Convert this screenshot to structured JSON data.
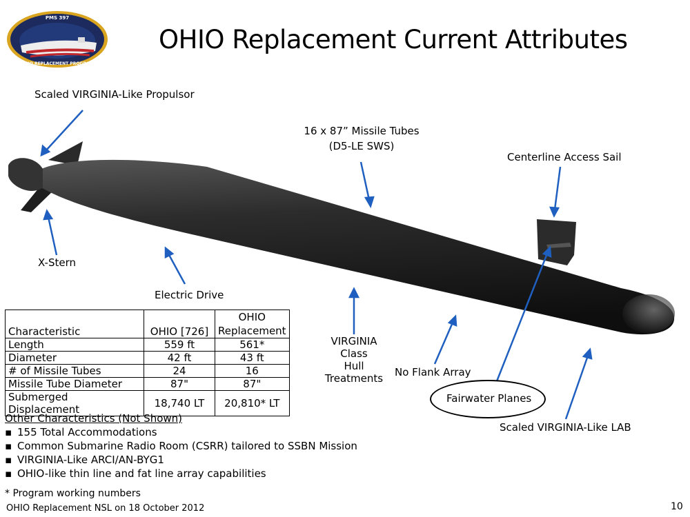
{
  "logo": {
    "top_text": "PMS 397",
    "bottom_text": "OHIO REPLACEMENT PROGRAM"
  },
  "title": "OHIO Replacement Current Attributes",
  "annotations": {
    "propulsor": "Scaled VIRGINIA-Like Propulsor",
    "missile_tubes_line1": "16 x 87” Missile Tubes",
    "missile_tubes_line2": "(D5-LE  SWS)",
    "sail": "Centerline Access Sail",
    "x_stern": "X-Stern",
    "electric_drive": "Electric Drive",
    "hull_line1": "VIRGINIA",
    "hull_line2": "Class",
    "hull_line3": "Hull",
    "hull_line4": "Treatments",
    "flank_array": "No Flank Array",
    "fairwater": "Fairwater Planes",
    "lab": "Scaled VIRGINIA-Like LAB"
  },
  "table": {
    "headers": [
      "Characteristic",
      "OHIO [726]",
      "OHIO",
      "Replacement"
    ],
    "rows": [
      [
        "Length",
        "559 ft",
        "561*"
      ],
      [
        "Diameter",
        "42 ft",
        "43 ft"
      ],
      [
        "# of Missile Tubes",
        "24",
        "16"
      ],
      [
        "Missile Tube Diameter",
        "87\"",
        "87\""
      ],
      [
        "Submerged Displacement",
        "18,740 LT",
        "20,810* LT"
      ]
    ]
  },
  "other": {
    "heading": "Other Characteristics (Not Shown)",
    "items": [
      "155 Total Accommodations",
      "Common Submarine Radio Room (CSRR) tailored to SSBN Mission",
      "VIRGINIA-Like ARCI/AN-BYG1",
      "OHIO-like thin line and fat line array capabilities"
    ]
  },
  "note": "* Program working numbers",
  "footer": "OHIO Replacement NSL on 18 October 2012",
  "page_number": "10",
  "colors": {
    "arrow": "#1f5fbf",
    "hull": "#2a2a2a"
  }
}
